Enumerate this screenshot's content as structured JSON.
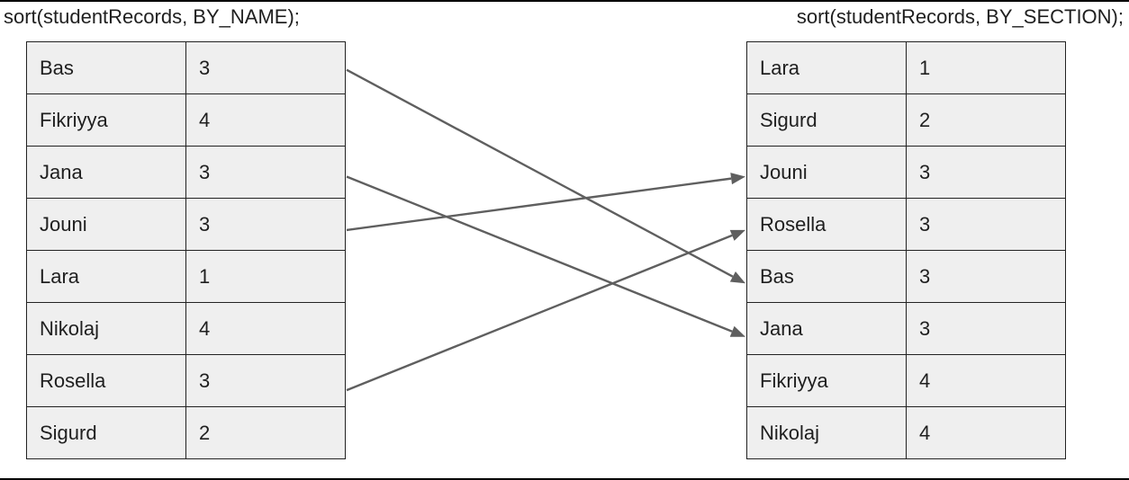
{
  "left": {
    "code": "sort(studentRecords, BY_NAME);",
    "rows": [
      {
        "name": "Bas",
        "section": "3"
      },
      {
        "name": "Fikriyya",
        "section": "4"
      },
      {
        "name": "Jana",
        "section": "3"
      },
      {
        "name": "Jouni",
        "section": "3"
      },
      {
        "name": "Lara",
        "section": "1"
      },
      {
        "name": "Nikolaj",
        "section": "4"
      },
      {
        "name": "Rosella",
        "section": "3"
      },
      {
        "name": "Sigurd",
        "section": "2"
      }
    ]
  },
  "right": {
    "code": "sort(studentRecords, BY_SECTION);",
    "rows": [
      {
        "name": "Lara",
        "section": "1"
      },
      {
        "name": "Sigurd",
        "section": "2"
      },
      {
        "name": "Jouni",
        "section": "3"
      },
      {
        "name": "Rosella",
        "section": "3"
      },
      {
        "name": "Bas",
        "section": "3"
      },
      {
        "name": "Jana",
        "section": "3"
      },
      {
        "name": "Fikriyya",
        "section": "4"
      },
      {
        "name": "Nikolaj",
        "section": "4"
      }
    ]
  },
  "arrows": [
    {
      "from": "Bas",
      "to": "Bas"
    },
    {
      "from": "Jana",
      "to": "Jana"
    },
    {
      "from": "Jouni",
      "to": "Jouni"
    },
    {
      "from": "Rosella",
      "to": "Rosella"
    }
  ],
  "colors": {
    "arrow": "#5f5f5f",
    "cell_bg": "#efefef",
    "border": "#222222"
  }
}
